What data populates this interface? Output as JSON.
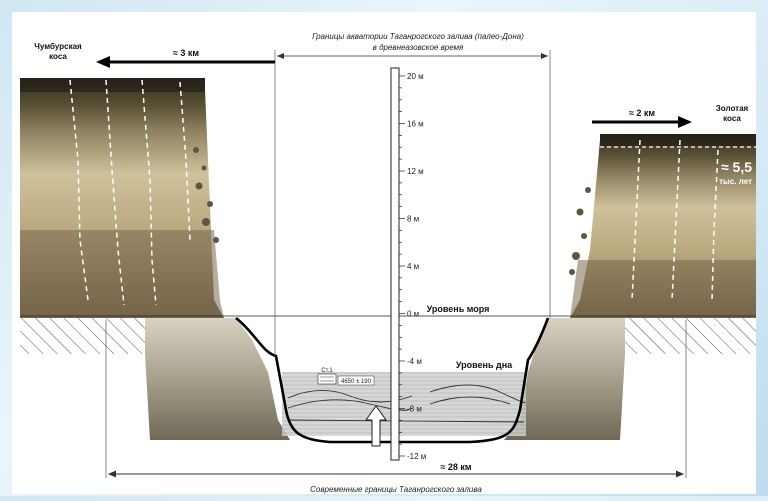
{
  "top_caption": {
    "line1": "Границы акватории Таганрогского залива (палео-Дона)",
    "line2": "в древнеазовское время"
  },
  "bottom_caption": "Современные границы Таганрогского залива",
  "left_spit": {
    "line1": "Чумбурская",
    "line2": "коса"
  },
  "right_spit": {
    "line1": "Золотая",
    "line2": "коса"
  },
  "left_distance": "≈ 3 км",
  "right_distance": "≈ 2 км",
  "bottom_distance": "≈ 28 км",
  "age_label": {
    "value": "≈ 5,5",
    "unit": "тыс. лет"
  },
  "sea_level_label": "Уровень моря",
  "bottom_level_label": "Уровень дна",
  "station": {
    "name": "Ст.1",
    "date": "4650 ± 190"
  },
  "scale": {
    "unit": "м",
    "min": -12,
    "max": 20,
    "labels": [
      20,
      16,
      12,
      8,
      4,
      0,
      -4,
      -8,
      -12
    ]
  },
  "colors": {
    "frame": "#ffffff",
    "cliff_top": "#3e3a2a",
    "cliff_mid": "#9a8a6a",
    "cliff_light": "#cbbd98",
    "sediment": "#b9b4a4",
    "basin_fill": "#ffffff"
  }
}
